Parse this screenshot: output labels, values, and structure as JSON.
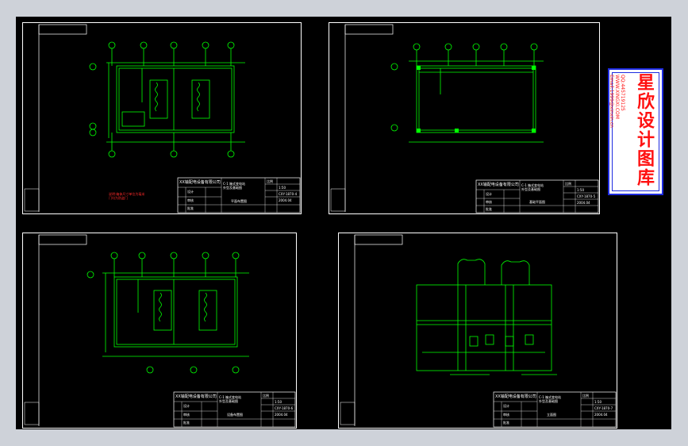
{
  "colors": {
    "background": "#ced2d9",
    "canvas": "#000000",
    "drawing_lines": "#00ff00",
    "frame": "#ffffff",
    "note_red": "#ff2a2a",
    "logo_red": "#ff1010",
    "logo_blue": "#1e2be0"
  },
  "logo": {
    "title": "星欣设计图库",
    "qq": "QQ:445719125",
    "web": "WWW.XINGXI.COM",
    "email": "Email:1999@xinxin.cn"
  },
  "sheets": [
    {
      "id": "top-left",
      "title_block": {
        "company": "XX输配电设备有限公司",
        "project": "C-1 箱式变电站\n外型及基础图",
        "scale_label": "比例",
        "scale_value": "1:50",
        "drawing_no": "CXY-1870-4",
        "date": "2004.04",
        "sheet_name": "平面布置图",
        "designer": "设计",
        "checker": "审核",
        "approver": "批准"
      },
      "note": "说明:箱体尺寸单位为毫米\n门均为防盗门"
    },
    {
      "id": "top-right",
      "title_block": {
        "company": "XX输配电设备有限公司",
        "project": "C-1 箱式变电站\n外型及基础图",
        "scale_label": "比例",
        "scale_value": "1:50",
        "drawing_no": "CXY-1870-5",
        "date": "2004.04",
        "sheet_name": "基础平面图",
        "designer": "设计",
        "checker": "审核",
        "approver": "批准"
      }
    },
    {
      "id": "bottom-left",
      "title_block": {
        "company": "XX输配电设备有限公司",
        "project": "C-1 箱式变电站\n外型及基础图",
        "scale_label": "比例",
        "scale_value": "1:50",
        "drawing_no": "CXY-1870-6",
        "date": "2004.04",
        "sheet_name": "设备布置图",
        "designer": "设计",
        "checker": "审核",
        "approver": "批准"
      }
    },
    {
      "id": "bottom-right",
      "title_block": {
        "company": "XX输配电设备有限公司",
        "project": "C-1 箱式变电站\n外型及基础图",
        "scale_label": "比例",
        "scale_value": "1:50",
        "drawing_no": "CXY-1870-7",
        "date": "2004.04",
        "sheet_name": "立面图",
        "designer": "设计",
        "checker": "审核",
        "approver": "批准"
      }
    }
  ]
}
